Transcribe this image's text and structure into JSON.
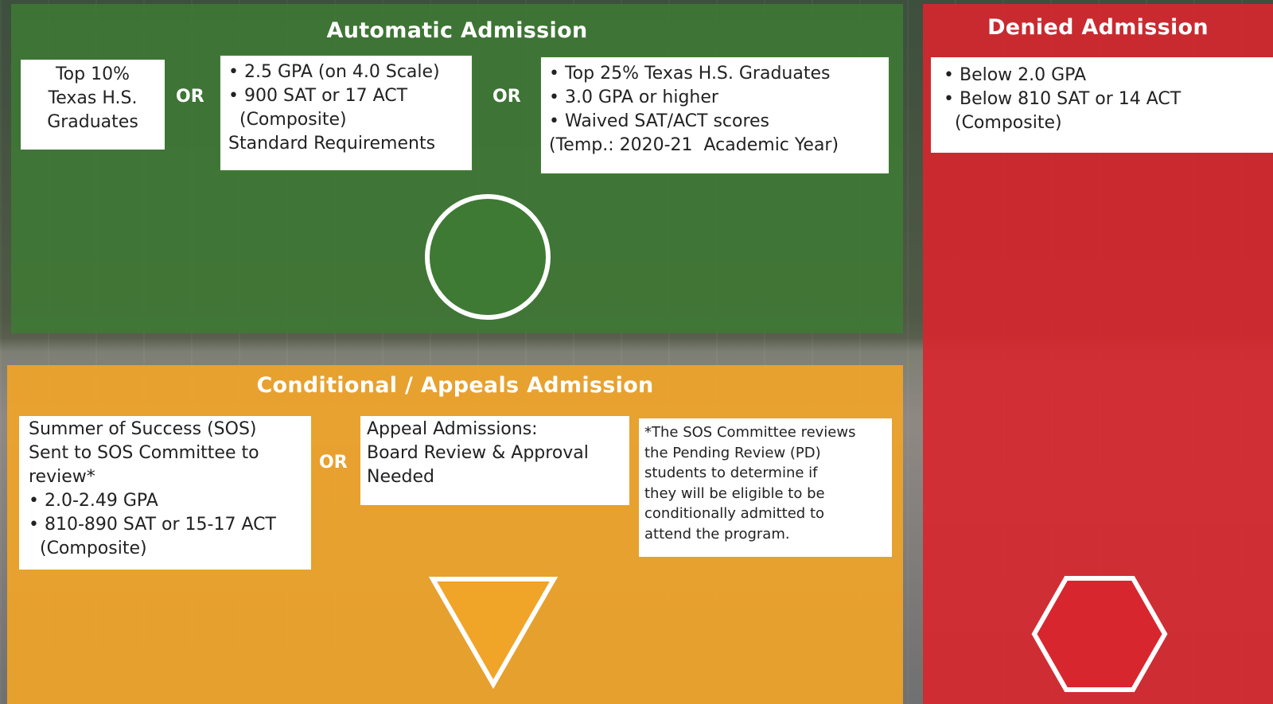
{
  "automatic": {
    "title": "Automatic Admission",
    "or1": "OR",
    "or2": "OR",
    "box1_lines": [
      "Top 10%",
      "Texas H.S.",
      "Graduates"
    ],
    "box2_lines": [
      "• 2.5 GPA (on 4.0 Scale)",
      "• 900 SAT or 17 ACT",
      "  (Composite)",
      "Standard Requirements"
    ],
    "box3_lines": [
      "• Top 25% Texas H.S. Graduates",
      "• 3.0 GPA or higher",
      "• Waived SAT/ACT scores",
      "(Temp.: 2020-21  Academic Year)"
    ],
    "symbol": "green-circle",
    "color": "#3e7a34"
  },
  "denied": {
    "title": "Denied Admission",
    "box_lines": [
      "• Below 2.0 GPA",
      "• Below 810 SAT or 14 ACT",
      "  (Composite)"
    ],
    "symbol": "red-hexagon",
    "color": "#d8262e"
  },
  "conditional": {
    "title": "Conditional / Appeals Admission",
    "or": "OR",
    "box1_lines": [
      "Summer of Success (SOS)",
      "Sent to SOS Committee to",
      "review*",
      "• 2.0-2.49 GPA",
      "• 810-890 SAT or 15-17 ACT",
      "  (Composite)"
    ],
    "box2_lines": [
      "Appeal Admissions:",
      "Board Review & Approval",
      "Needed"
    ],
    "note_lines": [
      "*The SOS Committee reviews",
      "the Pending Review (PD)",
      "students to determine if",
      "they will be eligible to be",
      "conditionally admitted to",
      "attend the program."
    ],
    "symbol": "orange-triangle",
    "color": "#f0a428"
  }
}
